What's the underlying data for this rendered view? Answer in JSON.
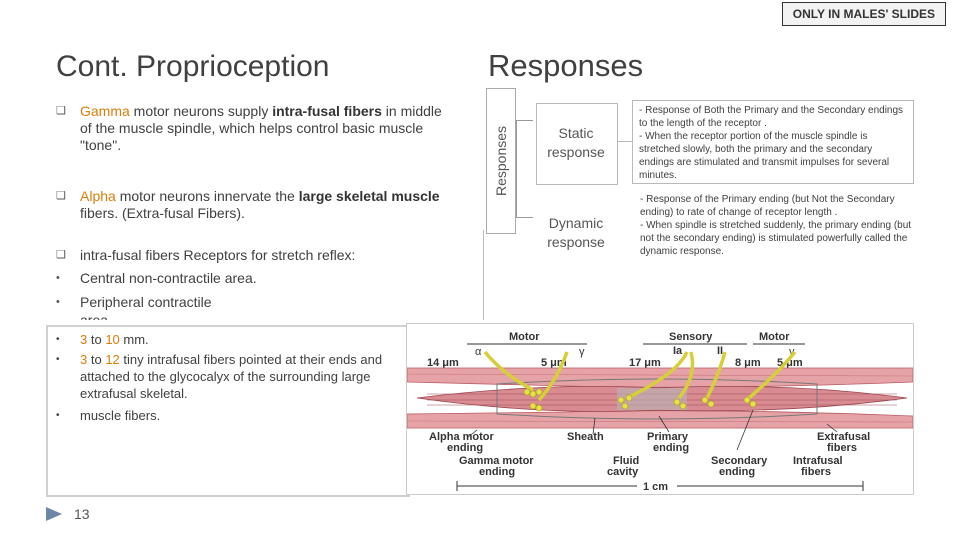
{
  "badge": "ONLY IN MALES' SLIDES",
  "title_left": "Cont. Proprioception",
  "title_right": "Responses",
  "bullets": {
    "b1": {
      "marker": "❑",
      "pre": "Gamma",
      "rest1": " motor neurons supply ",
      "bold": "intra-fusal fibers",
      "rest2": " in middle of the muscle spindle, which helps control basic muscle \"tone\"."
    },
    "b2": {
      "marker": "❑",
      "pre": "Alpha",
      "rest1": " motor neurons innervate the ",
      "bold": "large skeletal muscle",
      "rest2": " fibers. (Extra-fusal Fibers)."
    },
    "b3": {
      "marker": "❑",
      "text": "intra-fusal fibers Receptors for stretch reflex:"
    },
    "b4": {
      "marker": "•",
      "text": "Central non-contractile area."
    },
    "b5": {
      "marker": "•",
      "text": "Peripheral contractile",
      "overflow": "area."
    },
    "b6": {
      "marker": "•",
      "n1": "3",
      "to": " to ",
      "n2": "10",
      "rest": " mm."
    },
    "b7": {
      "marker": "•",
      "n1": "3",
      "to": " to ",
      "n2": "12",
      "rest": " tiny intrafusal  fibers pointed at their ends and attached to the glycocalyx of the surrounding large  extrafusal skeletal."
    },
    "b8": {
      "marker": "•",
      "text": "muscle fibers."
    }
  },
  "responses": {
    "vertical_label": "Responses",
    "static": {
      "label": "Static response",
      "desc": "- Response of Both the Primary and the Secondary endings to the length of the receptor .\n- When the receptor portion of the muscle spindle is stretched slowly, both the primary and the secondary endings are stimulated and transmit impulses for several minutes."
    },
    "dynamic": {
      "label": "Dynamic response",
      "desc": "- Response of the Primary ending (but Not the Secondary ending) to rate of change of receptor length .\n- When spindle is stretched suddenly, the primary ending (but not the secondary ending) is stimulated powerfully called the dynamic response."
    }
  },
  "diagram": {
    "motor_left": "Motor",
    "sensory": "Sensory",
    "motor_right": "Motor",
    "alpha": "α",
    "gamma_left": "γ",
    "ia": "Ia",
    "ii": "II",
    "gamma_right": "γ",
    "m14": "14 μm",
    "m5a": "5 μm",
    "m17": "17 μm",
    "m8": "8 μm",
    "m5b": "5 μm",
    "alpha_motor_ending": "Alpha motor ending",
    "gamma_motor_ending": "Gamma motor ending",
    "sheath": "Sheath",
    "fluid_cavity": "Fluid cavity",
    "primary_ending": "Primary ending",
    "secondary_ending": "Secondary ending",
    "extrafusal_fibers": "Extrafusal fibers",
    "intrafusal_fibers": "Intrafusal fibers",
    "scale": "1 cm"
  },
  "page_number": "13",
  "colors": {
    "highlight": "#d97d0c",
    "nerve": "#d6cf3a",
    "muscle": "#e8a4a8",
    "muscle_dark": "#b85a62"
  }
}
